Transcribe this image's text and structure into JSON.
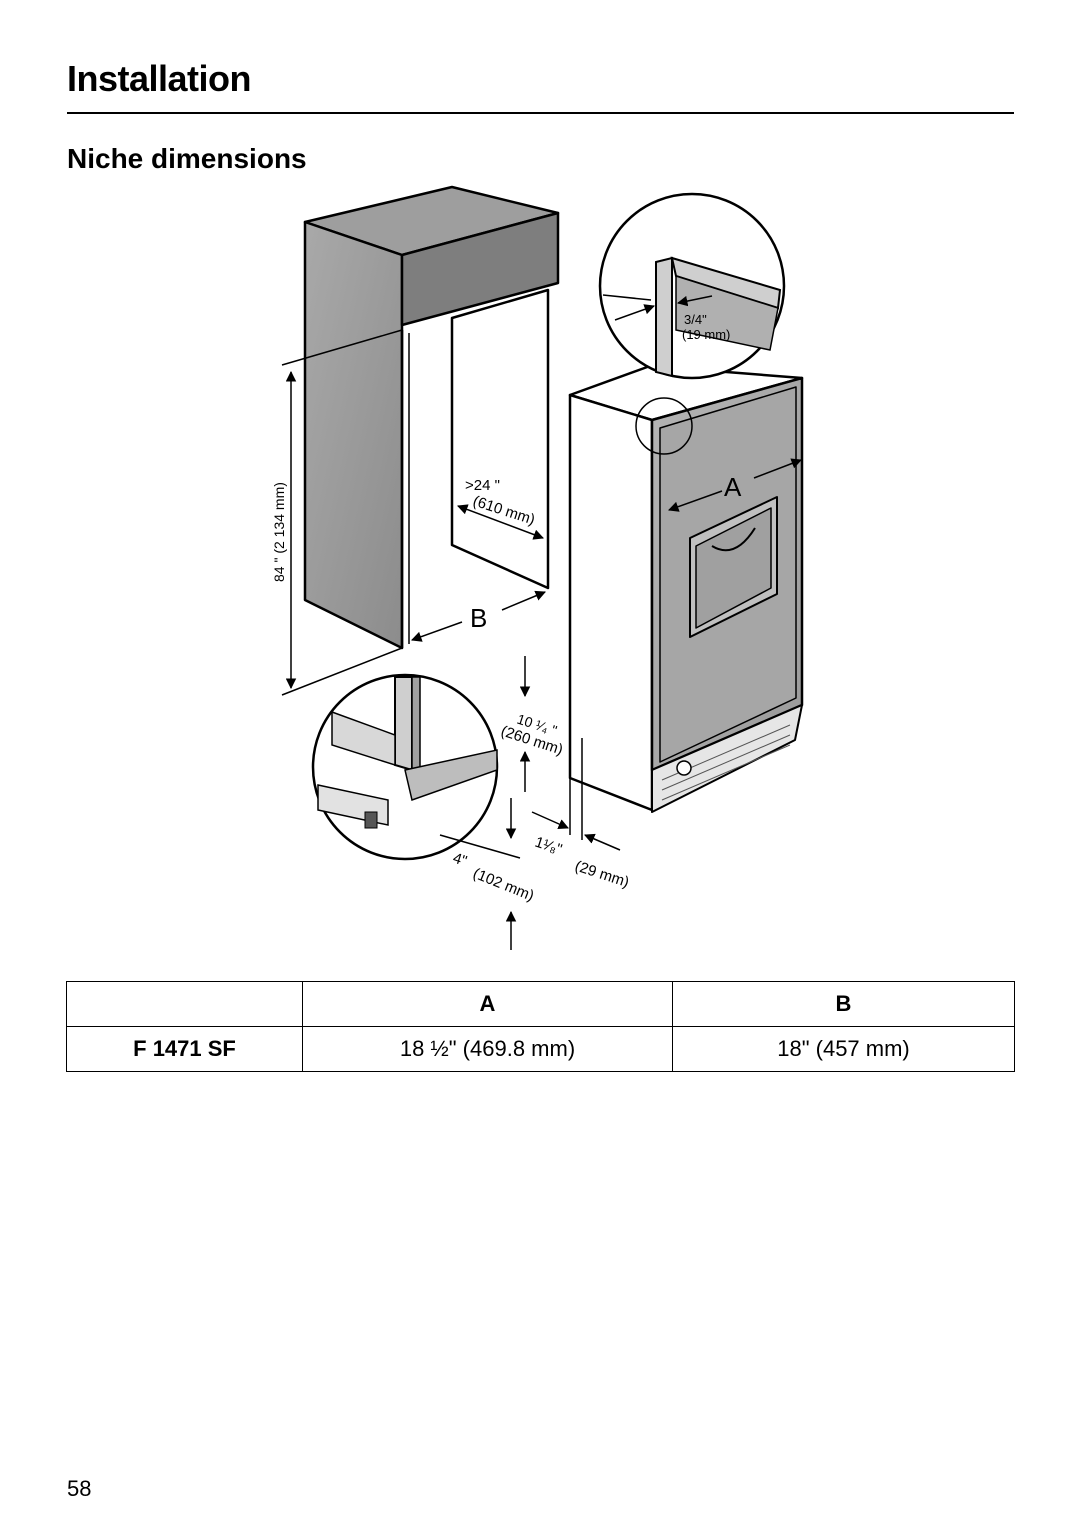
{
  "header": {
    "section_title": "Installation"
  },
  "content": {
    "subtitle": "Niche dimensions",
    "diagram": {
      "callouts": {
        "height": "84 \" (2 134 mm)",
        "depth_in": ">24 \"",
        "depth_mm": "(610 mm)",
        "label_a": "A",
        "label_b": "B",
        "panel_in": "3/4\"",
        "panel_mm": "(19 mm)",
        "plinth_in": "10 ¹⁄₄ \"",
        "plinth_mm": "(260 mm)",
        "gap_in": "1¹⁄₈\"",
        "gap_mm": "(29 mm)",
        "base_in": "4\"",
        "base_mm": "(102 mm)"
      }
    },
    "table": {
      "headers": [
        "",
        "A",
        "B"
      ],
      "rows": [
        {
          "model": "F 1471 SF",
          "a": "18 ½\" (469.8 mm)",
          "b": "18\" (457 mm)"
        }
      ]
    }
  },
  "footer": {
    "page_number": "58"
  }
}
